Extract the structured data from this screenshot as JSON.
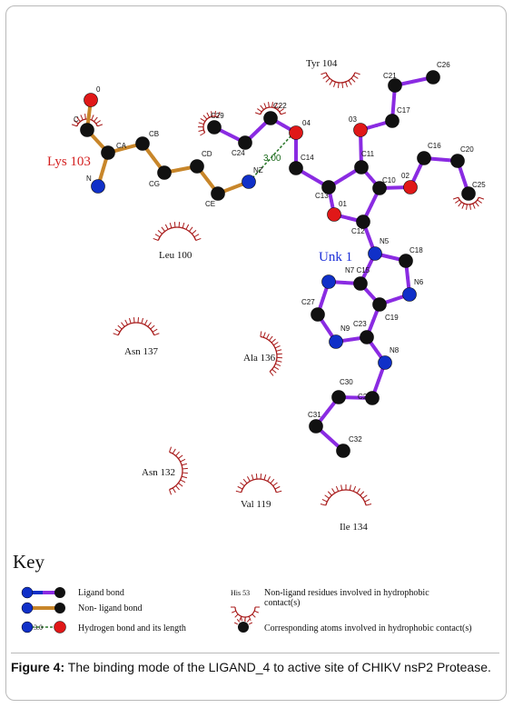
{
  "diagram": {
    "atoms": [
      {
        "id": "O",
        "label": "0",
        "color": "red"
      },
      {
        "id": "C",
        "label": "C",
        "color": "black"
      },
      {
        "id": "CA",
        "label": "CA",
        "color": "black"
      },
      {
        "id": "N",
        "label": "N",
        "color": "blue"
      },
      {
        "id": "CB",
        "label": "CB",
        "color": "black"
      },
      {
        "id": "CG",
        "label": "CG",
        "color": "black"
      },
      {
        "id": "CD",
        "label": "CD",
        "color": "black"
      },
      {
        "id": "CE",
        "label": "CE",
        "color": "black"
      },
      {
        "id": "NZ",
        "label": "NZ",
        "color": "blue"
      },
      {
        "id": "C29",
        "label": "C29",
        "color": "black"
      },
      {
        "id": "C24",
        "label": "C24",
        "color": "black"
      },
      {
        "id": "C22",
        "label": "C22",
        "color": "black"
      },
      {
        "id": "O4",
        "label": "04",
        "color": "red"
      },
      {
        "id": "C14",
        "label": "C14",
        "color": "black"
      },
      {
        "id": "C13",
        "label": "C13",
        "color": "black"
      },
      {
        "id": "O1",
        "label": "01",
        "color": "red"
      },
      {
        "id": "C12",
        "label": "C12",
        "color": "black"
      },
      {
        "id": "C10",
        "label": "C10",
        "color": "black"
      },
      {
        "id": "C11",
        "label": "C11",
        "color": "black"
      },
      {
        "id": "O3",
        "label": "03",
        "color": "red"
      },
      {
        "id": "C17",
        "label": "C17",
        "color": "black"
      },
      {
        "id": "C21",
        "label": "C21",
        "color": "black"
      },
      {
        "id": "C26",
        "label": "C26",
        "color": "black"
      },
      {
        "id": "O2",
        "label": "02",
        "color": "red"
      },
      {
        "id": "C16",
        "label": "C16",
        "color": "black"
      },
      {
        "id": "C20",
        "label": "C20",
        "color": "black"
      },
      {
        "id": "C25",
        "label": "C25",
        "color": "black"
      },
      {
        "id": "N5",
        "label": "N5",
        "color": "blue"
      },
      {
        "id": "C18",
        "label": "C18",
        "color": "black"
      },
      {
        "id": "N6",
        "label": "N6",
        "color": "blue"
      },
      {
        "id": "C15",
        "label": "N7 C15",
        "color": "black"
      },
      {
        "id": "N7",
        "label": "",
        "color": "blue"
      },
      {
        "id": "C19",
        "label": "C19",
        "color": "black"
      },
      {
        "id": "C27",
        "label": "C27",
        "color": "black"
      },
      {
        "id": "N9",
        "label": "N9",
        "color": "blue"
      },
      {
        "id": "C23",
        "label": "C23",
        "color": "black"
      },
      {
        "id": "N8",
        "label": "N8",
        "color": "blue"
      },
      {
        "id": "C28",
        "label": "C28",
        "color": "black"
      },
      {
        "id": "C30",
        "label": "C30",
        "color": "black"
      },
      {
        "id": "C31",
        "label": "C31",
        "color": "black"
      },
      {
        "id": "C32",
        "label": "C32",
        "color": "black"
      }
    ],
    "residues": [
      {
        "id": "lys103",
        "label": "Lys 103",
        "style": "red"
      },
      {
        "id": "unk1",
        "label": "Unk 1",
        "style": "blue"
      },
      {
        "id": "tyr104",
        "label": "Tyr 104",
        "style": "plain"
      },
      {
        "id": "leu100",
        "label": "Leu 100",
        "style": "plain"
      },
      {
        "id": "asn137",
        "label": "Asn 137",
        "style": "plain"
      },
      {
        "id": "ala136",
        "label": "Ala 136",
        "style": "plain"
      },
      {
        "id": "asn132",
        "label": "Asn 132",
        "style": "plain"
      },
      {
        "id": "val119",
        "label": "Val 119",
        "style": "plain"
      },
      {
        "id": "ile134",
        "label": "Ile 134",
        "style": "plain"
      }
    ],
    "hbond": {
      "from": "NZ",
      "to": "O4",
      "length": "3.00"
    },
    "colors": {
      "ligand_bond": "#8a2be2",
      "nonligand_bond": "#c8862a",
      "hbond": "#2f7a2f",
      "atom_black": "#111111",
      "atom_blue": "#1030c8",
      "atom_red": "#e01818",
      "hydrophobic": "#a81a1a"
    }
  },
  "key": {
    "title": "Key",
    "ligand_bond": "Ligand bond",
    "nonligand_bond": "Non- ligand bond",
    "hbond": "Hydrogen bond and its length",
    "hbond_sample": "3.0",
    "hydrophobic_sample": "His 53",
    "hydrophobic_line1": "Non-ligand residues involved in hydrophobic",
    "hydrophobic_line2": "contact(s)",
    "corresponding_atoms": "Corresponding atoms involved in hydrophobic contact(s)"
  },
  "caption": {
    "label": "Figure 4:",
    "text": " The binding mode of the LIGAND_4 to active site of CHIKV nsP2 Protease."
  }
}
